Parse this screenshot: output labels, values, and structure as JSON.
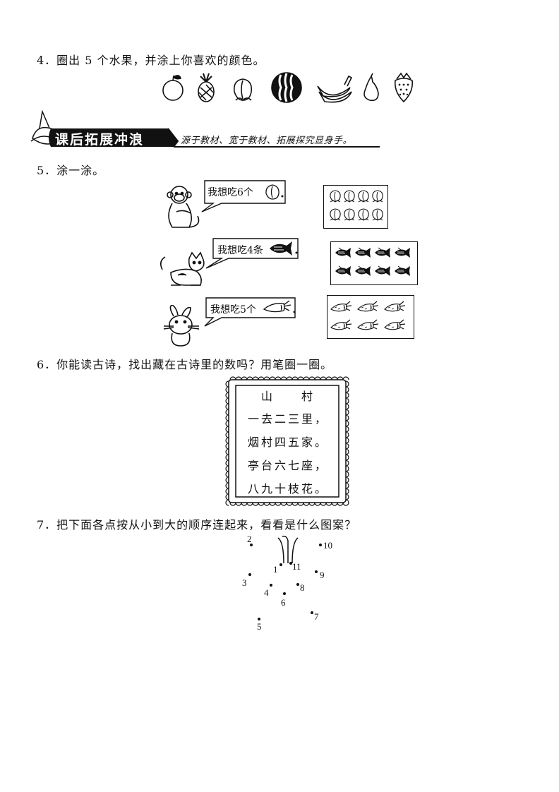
{
  "q4": {
    "text": "4．圈出 5 个水果，并涂上你喜欢的颜色。"
  },
  "banner": {
    "title": "课后拓展冲浪",
    "subtitle": "源于教材、宽于教材、拓展探究显身手。"
  },
  "q5": {
    "text": "5．涂一涂。",
    "bubbles": [
      "我想吃6个",
      "我想吃4条",
      "我想吃5个"
    ],
    "period": "。"
  },
  "q6": {
    "text": "6．你能读古诗，找出藏在古诗里的数吗？用笔圈一圈。",
    "poem_title": "山　　村",
    "lines": [
      "一去二三里，",
      "烟村四五家。",
      "亭台六七座，",
      "八九十枝花。"
    ]
  },
  "q7": {
    "text": "7．把下面各点按从小到大的顺序连起来，看看是什么图案？",
    "labels": [
      "1",
      "2",
      "3",
      "4",
      "5",
      "6",
      "7",
      "8",
      "9",
      "10",
      "11"
    ]
  }
}
